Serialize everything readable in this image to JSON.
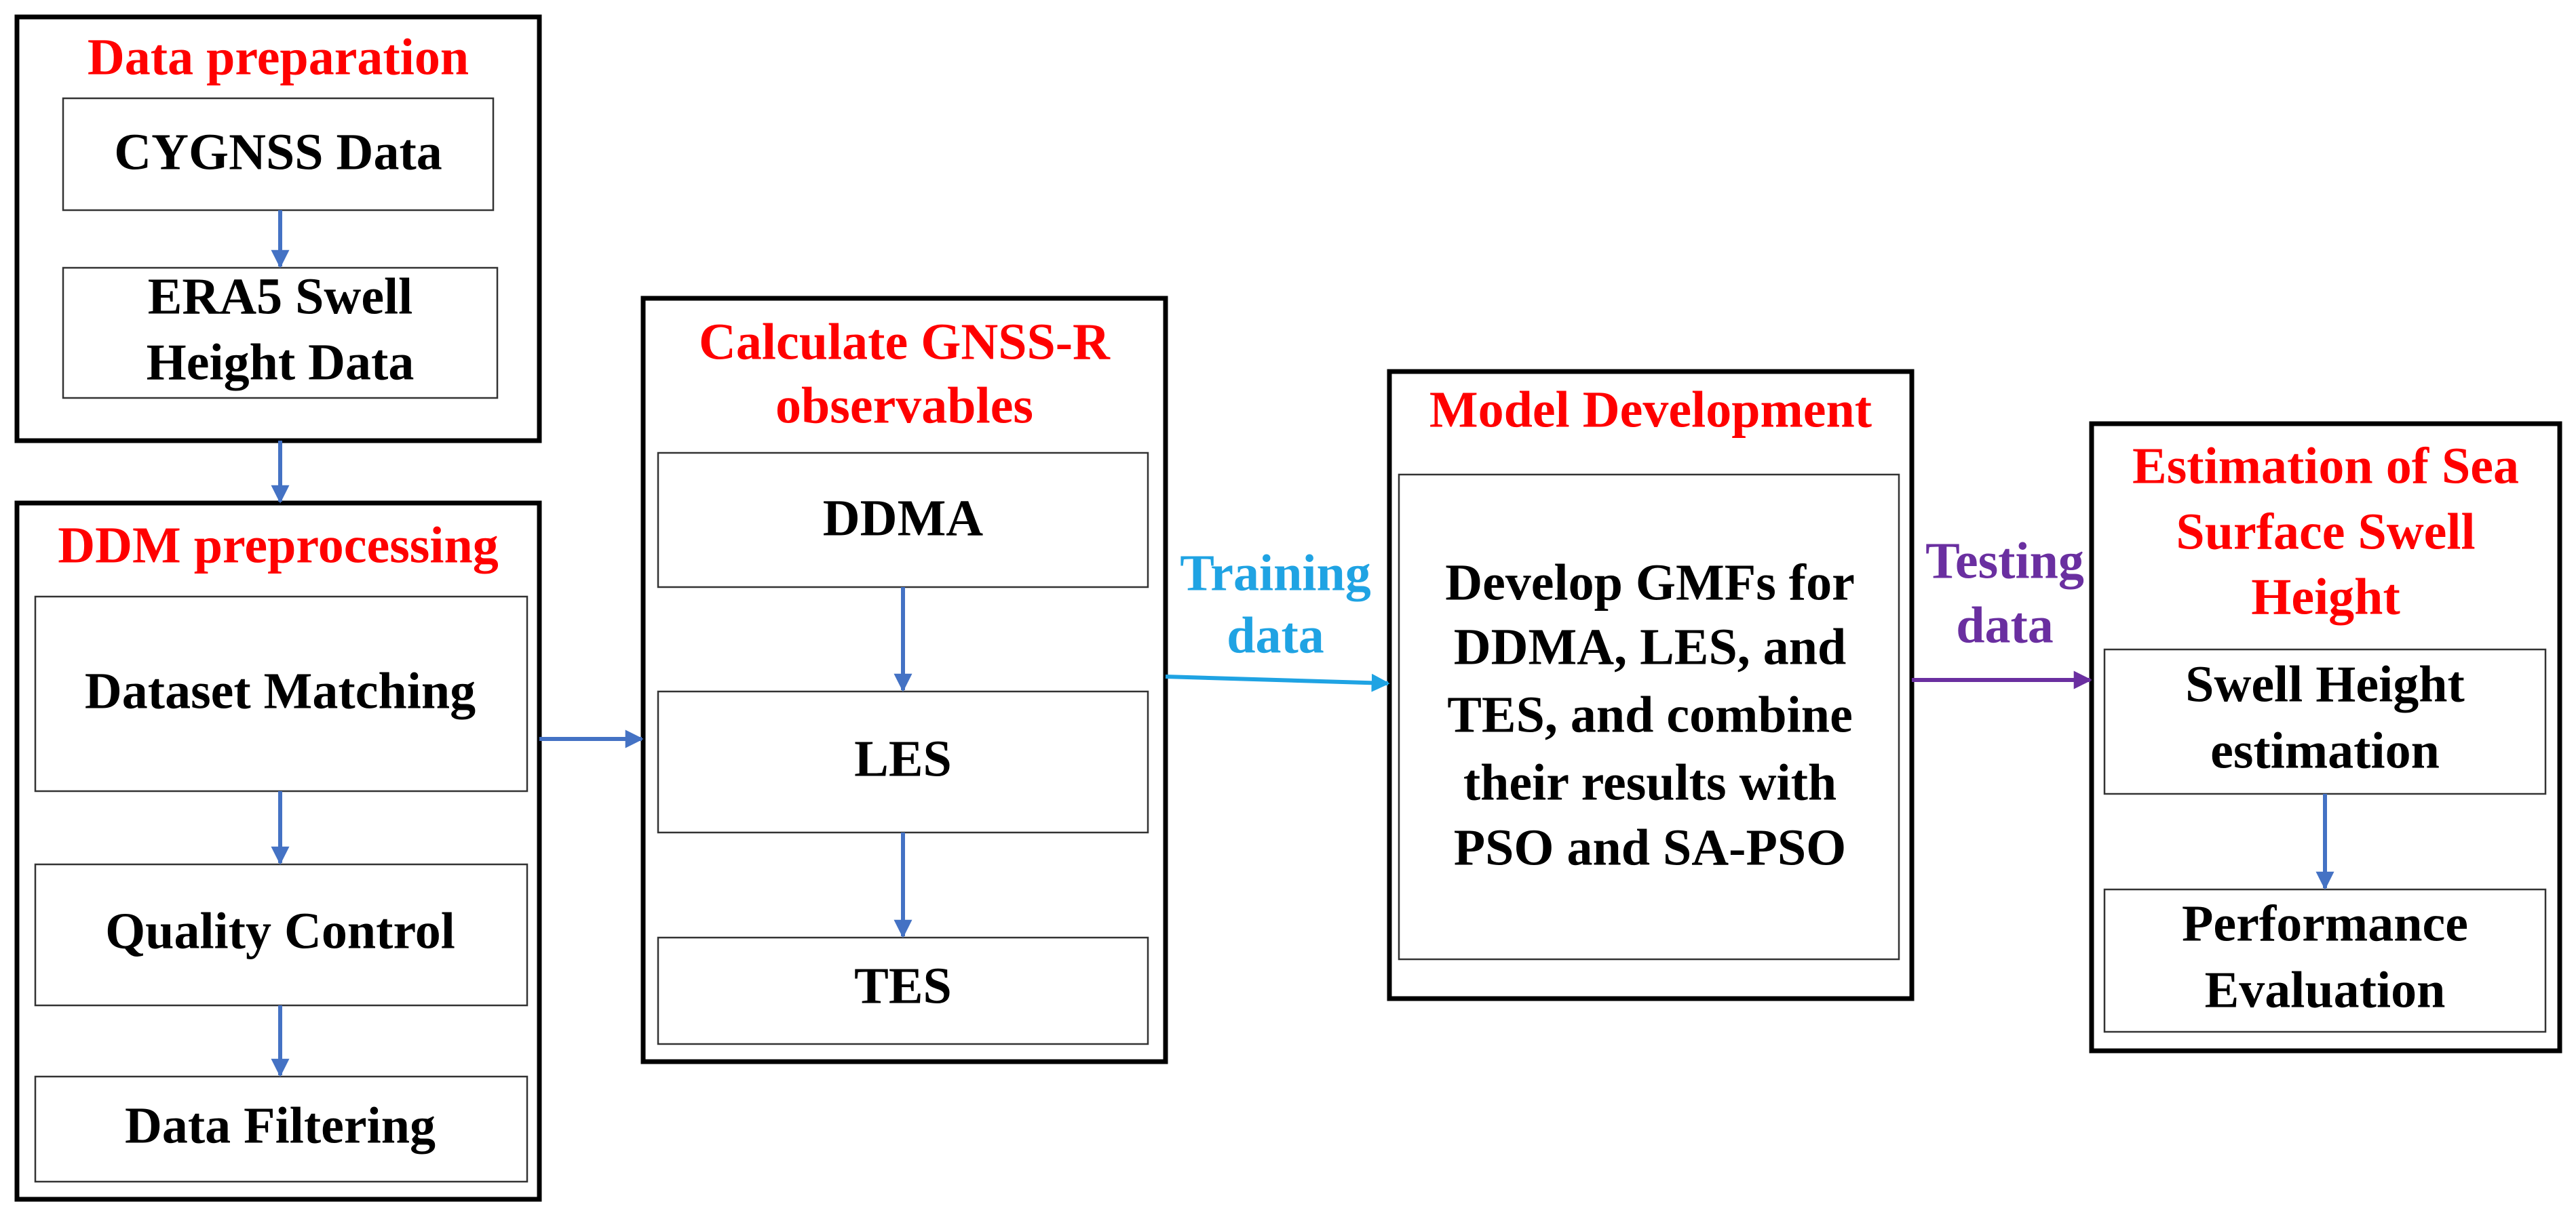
{
  "colors": {
    "title": "#ff0000",
    "text": "#000000",
    "flow_arrow": "#4472c4",
    "training_arrow": "#1fa3e3",
    "testing_arrow": "#6a2fa0"
  },
  "data_preparation": {
    "title": "Data preparation",
    "cygnss": "CYGNSS Data",
    "era5": [
      "ERA5 Swell",
      "Height Data"
    ]
  },
  "ddm_preprocessing": {
    "title": "DDM preprocessing",
    "dataset_matching": "Dataset Matching",
    "quality_control": "Quality Control",
    "data_filtering": "Data Filtering"
  },
  "gnss_r": {
    "title": [
      "Calculate GNSS-R",
      "observables"
    ],
    "ddma": "DDMA",
    "les": "LES",
    "tes": "TES"
  },
  "model_development": {
    "title": "Model Development",
    "body": [
      "Develop GMFs for",
      "DDMA, LES, and",
      "TES, and combine",
      "their results with",
      "PSO and SA-PSO"
    ]
  },
  "estimation": {
    "title": [
      "Estimation of Sea",
      "Surface Swell",
      "Height"
    ],
    "swell_estimation": [
      "Swell Height",
      "estimation"
    ],
    "performance": [
      "Performance",
      "Evaluation"
    ]
  },
  "edges": {
    "training": [
      "Training",
      "data"
    ],
    "testing": [
      "Testing",
      "data"
    ]
  }
}
